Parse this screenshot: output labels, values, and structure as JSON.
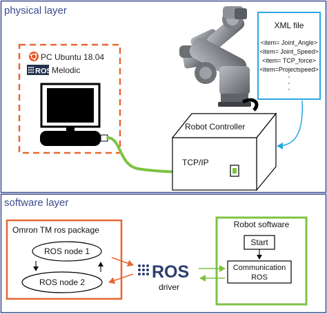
{
  "physical_layer": {
    "title": "physical layer",
    "pc": {
      "os_label": "PC Ubuntu 18.04",
      "ros_logo": "ROS",
      "ros_version": "Melodic"
    },
    "xml_file": {
      "title": "XML file",
      "items": [
        "<item= Joint_Angle>",
        "<item= Joint_Speed>",
        "<item= TCP_force>",
        "<item=Projectspeed>"
      ],
      "ellipsis": [
        "·",
        "·",
        "·"
      ]
    },
    "robot_controller": {
      "label": "Robot Controller",
      "port_label": "TCP/IP"
    }
  },
  "software_layer": {
    "title": "software layer",
    "ros_package": {
      "title": "Omron TM ros package",
      "node1": "ROS node 1",
      "node2": "ROS node 2"
    },
    "ros_driver": {
      "logo": "ROS",
      "label": "driver"
    },
    "robot_software": {
      "title": "Robot software",
      "start": "Start",
      "comm_line1": "Communication",
      "comm_line2": "ROS"
    }
  },
  "colors": {
    "frame": "#3a4a8c",
    "orange": "#e8662f",
    "cyan": "#29a8df",
    "green": "#7dc242",
    "ubuntu": "#e95420",
    "ros_blue": "#22314e"
  }
}
